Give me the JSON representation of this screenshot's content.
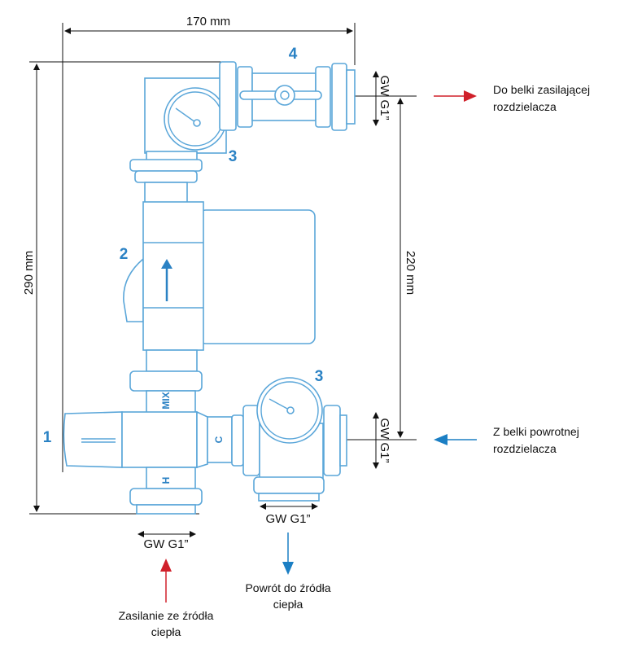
{
  "dimensions": {
    "width": "170 mm",
    "height": "290 mm",
    "axis_distance": "220 mm",
    "thread_top_right": "GW G1”",
    "thread_bottom_right": "GW G1”",
    "thread_bottom_left": "GW G1”",
    "thread_bottom_middle": "GW G1”"
  },
  "callouts": {
    "n1": "1",
    "n2": "2",
    "n3_top": "3",
    "n3_bottom": "3",
    "n4": "4"
  },
  "ports": {
    "mix": "MIX",
    "cold": "C",
    "hot": "H"
  },
  "flows": {
    "supply_out_line1": "Do belki zasilającej",
    "supply_out_line2": "rozdzielacza",
    "return_in_line1": "Z belki powrotnej",
    "return_in_line2": "rozdzielacza",
    "source_supply_line1": "Zasilanie ze źródła",
    "source_supply_line2": "ciepła",
    "source_return_line1": "Powrót do źródła",
    "source_return_line2": "ciepła"
  },
  "colors": {
    "drawing": "#5aa6d9",
    "callout": "#2b82c4",
    "supply_arrow": "#d0202a",
    "return_arrow": "#1b7fc4"
  }
}
